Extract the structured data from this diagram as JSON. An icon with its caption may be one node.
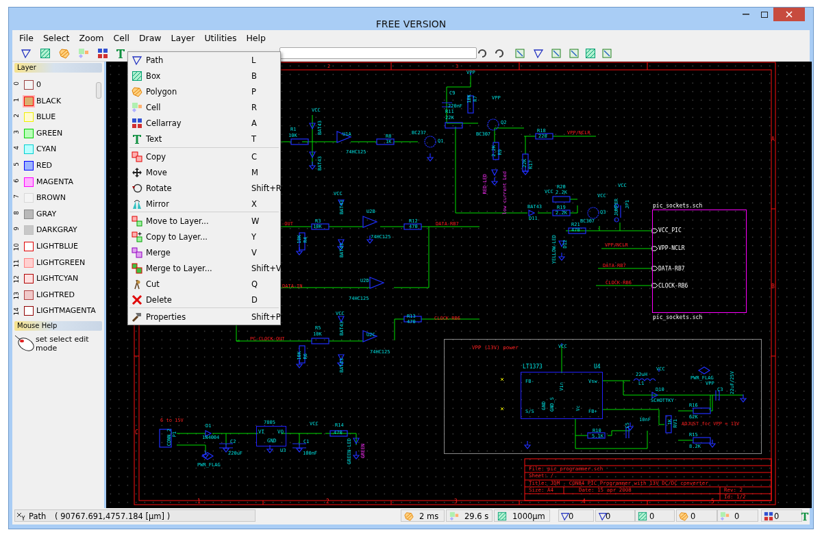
{
  "diagram": {
    "title": "FREE VERSION",
    "nodes": [
      {
        "text": [
          "VPP (13V) power"
        ]
      },
      {
        "text": [
          "pic_sockets.sch",
          "VCC_PIC",
          "VPP-NCLR",
          "DATA-RB7",
          "CLOCK-RB6",
          "pic_sockets.sch"
        ]
      },
      {
        "text": [
          "LT1373",
          "U4",
          "FB-",
          "S/S",
          "Vin",
          "Vsw",
          "GND",
          "GND_S",
          "Vc",
          "FB+"
        ],
        "in": 0
      },
      {
        "text": [
          "7805",
          "VI",
          "VO",
          "GND",
          "U3"
        ]
      }
    ],
    "labels": [
      "File",
      "Select",
      "Zoom",
      "Cell",
      "Draw",
      "Layer",
      "Utilities",
      "Help",
      "Layer",
      "0",
      "0",
      "1",
      "BLACK",
      "2",
      "BLUE",
      "3",
      "GREEN",
      "4",
      "CYAN",
      "5",
      "RED",
      "6",
      "MAGENTA",
      "7",
      "BROWN",
      "8",
      "GRAY",
      "9",
      "DARKGRAY",
      "10",
      "LIGHTBLUE",
      "11",
      "LIGHTGREEN",
      "12",
      "LIGHTCYAN",
      "13",
      "LIGHTRED",
      "14",
      "LIGHTMAGENTA",
      "Mouse Help",
      "set select edit mode",
      "Path",
      "L",
      "Box",
      "B",
      "Polygon",
      "P",
      "Cell",
      "R",
      "Cellarray",
      "A",
      "Text",
      "T",
      "Copy",
      "C",
      "Move",
      "M",
      "Rotate",
      "Shift+R",
      "Mirror",
      "X",
      "Move to Layer...",
      "W",
      "Copy to Layer...",
      "Y",
      "Merge",
      "V",
      "Merge to Layer...",
      "Shift+V",
      "Cut",
      "Q",
      "Delete",
      "D",
      "Properties",
      "Shift+P",
      "Path",
      "( 90767.691,4757.184 [µm] )",
      "2 ms",
      "29.6 s",
      "1000µm",
      "0",
      "0",
      "0",
      "0",
      "0",
      "0",
      "2",
      "3",
      "VPP",
      "C9",
      "10K",
      "R7",
      "VPP",
      "220nF",
      "R11",
      "22K",
      "VCC",
      "Q2",
      "BAT43",
      "BC237",
      "BC307",
      "R18",
      "220",
      "VPP/NCLR",
      "R1",
      "10K",
      "U1A",
      "R8",
      "1K",
      "Q1",
      "74HC125",
      "2.2K",
      "R9",
      "22K",
      "R17",
      "BAT43",
      "RED-LED",
      "low current Led",
      "VCC",
      "VCC",
      "R20",
      "2.2K",
      "VCC",
      "VCC",
      "JUMPER",
      "JP1",
      "BAT43",
      "R19",
      "2.2K",
      "Q3",
      "D11",
      "BAT43",
      "U2B",
      "R3",
      "10K",
      "R12",
      "470",
      "-OUT",
      "DATA-RB7",
      "BC307",
      "R21",
      "470",
      "10K",
      "R4",
      "74HC125",
      "YELLOW-LED",
      "D12",
      "VPP/NCLR",
      "BAT43",
      "DATA-RB7",
      "DATA-IN",
      "U2D",
      "CLOCK-RB6",
      "74HC125",
      "R13",
      "470",
      "CLOCK-RB6",
      "VCC",
      "BAT43",
      "U2C",
      "PC-CLOCK-OUT",
      "R5",
      "10K",
      "74HC125",
      "10K",
      "R6",
      "BAT43",
      "6 to 15V",
      "D1",
      "VCC",
      "R14",
      "470",
      "1N4004",
      "C2",
      "C1",
      "CONN_2",
      "P1",
      "220uF",
      "100nF",
      "GREEN-LED",
      "GREEN",
      "PWR_FLAG",
      "VCC",
      "22uH",
      "VCC",
      "PWR_FLAG",
      "VPP",
      "22uF/25V",
      "L1",
      "D10",
      "C3",
      "SCHOTTKY",
      "R16",
      "62K",
      "10nF",
      "1K",
      "RV1",
      "ADJUST for VPP = 13V",
      "C5",
      "R10",
      "5.1K",
      "R15",
      "8.2K",
      "File: pic_programmer.sch",
      "Sheet: /",
      "Title: JDM - CON84 PIC Programmer with 13V DC/DC converter",
      "Size: A4",
      "Date: 15 apr 2008",
      "Rev: 2",
      "Id: 1/2",
      "1",
      "2",
      "3",
      "4",
      "5",
      "A",
      "B",
      "C"
    ]
  }
}
